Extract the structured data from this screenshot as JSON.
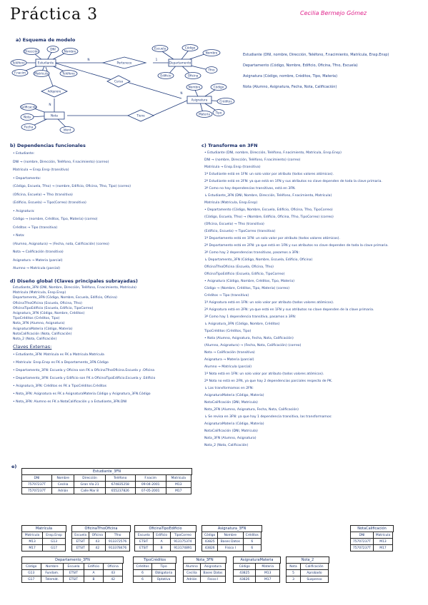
{
  "header": {
    "title": "Práctica 3",
    "author": "Cecilia Bermejo Gómez"
  },
  "sections": {
    "a": "a) Esquema de modelo",
    "b": "b) Dependencias funcionales",
    "c": "c) Transforma en 3FN",
    "d": "d) Diseño global (Claves principales subrayadas)",
    "claves": "Claves Externas:",
    "e": "e)"
  },
  "er": {
    "estudiante": "Estudiante",
    "dni": "DNI",
    "nombre": "Nombre",
    "direccion": "Dirección",
    "telefono": "Teléfono",
    "fnac": "F.nacim",
    "matricula": "Matrícula",
    "pertenece": "Pertenece",
    "depto": "Departamento",
    "d_nombre": "Nombre",
    "d_codigo": "Código",
    "d_tfno": "Tfno",
    "d_edif": "Edificio",
    "d_oficina": "Oficina",
    "d_escuela": "Escuela",
    "cursa": "Cursa",
    "asignatura": "Asignatura",
    "a_codigo": "Código",
    "a_nombre": "Nombre",
    "a_creditos": "Créditos",
    "a_tipo": "Tipo",
    "a_materia": "Materia",
    "adquiere": "Adquiere",
    "nota": "Nota",
    "calif": "Calificación",
    "n_nota": "Nota",
    "n_fecha": "Fecha",
    "n_ident": "Ident",
    "tiene": "Tiene",
    "card1": "N",
    "card2": "1"
  },
  "right_list": [
    "Estudiante (DNI, nombre, Dirección, Teléfono, F.nacimiento, Matrícula, Ensp.Ensp)",
    "Departamento (Código, Nombre, Edificio, Oficina, Tfno, Escuela)",
    "Asignatura (Código, nombre, Créditos, Tipo, Materia)",
    "Nota (Alumno, Asignatura, Fecha, Nota, Calificación)"
  ],
  "col_b": [
    "• Estudiante:",
    "  DNI → (nombre, Dirección, Teléfono, F.nacimiento) (correo)",
    "  Matrícula → Ensp.Ensp (transitiva)",
    "• Departamento:",
    "  (Código, Escuela, Tfno) → (nombre, Edificio, Oficina, Tfno, Tipo) (correo)",
    "  (Oficina, Escuela) → Tfno (transitiva)",
    "  (Edificio, Escuela) → Tipo(Correo) (transitiva)",
    "• Asignatura:",
    "  Código → (nombre, Créditos, Tipo, Materia) (correo)",
    "  Créditos → Tipo (transitiva)",
    "• Nota:",
    "  (Alumno, Asignatura) → (Fecha, nota, Calificación) (correo)",
    "  Nota → Calificación (transitiva)",
    "  Asignatura → Materia (parcial)",
    "  Alumno → Matrícula (parcial)"
  ],
  "col_d": [
    "Estudiante_3FN (DNI, Nombre, Dirección, Teléfono, F.nacimiento, Matrícula)",
    "Matrícula (Matrícula, Ensp.Ensp)",
    "Departamento_3FN (Código, Nombre, Escuela, Edificio, Oficina)",
    "OficinaTfnoOficina (Escuela, Oficina, Tfno)",
    "OficinaTipoEdificio (Escuela, Edificio, TipoCorreo)",
    "Asignatura_3FN (Código, Nombre, Créditos)",
    "TipoCréditos (Créditos, Tipo)",
    "Nota_3FN (Alumno, Asignatura)",
    "AsignaturaMateria (Código, Materia)",
    "NotaCalificación (Nota, Calificación)",
    "Nota_2 (Nota, Calificación)"
  ],
  "col_claves": [
    "• Estudiante_3FN: Matrícula es FK a Matrícula.Matrícula",
    "• Matrícula: Ensp.Ensp es FK a Departamento_3FN.Código",
    "• Departamento_3FN: Escuela y Oficina son FK a OficinaTfnoOficina.Escuela y .Oficina",
    "• Departamento_3FN: Escuela y Edificio son FK a OficinaTipoEdificio.Escuela y .Edificio",
    "• Asignatura_3FN: Créditos es FK a TipoCréditos.Créditos",
    "• Nota_3FN: Asignatura es FK a AsignaturaMateria.Código y Asignatura_3FN.Código",
    "• Nota_3FN: Alumno es FK a NotaCalificación y a Estudiante_3FN.DNI"
  ],
  "col_c": [
    "• Estudiante (DNI, nombre, Dirección, Teléfono, F.nacimiento, Matrícula, Ensp.Ensp)",
    "  DNI → (nombre, Dirección, Teléfono, F.nacimiento) (correo)",
    "  Matrícula → Ensp.Ensp (transitiva)",
    "1º Estudiante está en 1FN: un solo valor por atributo (todos valores atómicos).",
    "2º Estudiante está en 2FN: ya que está en 1FN y sus atributos no clave dependen de toda la clave primaria.",
    "3º Como no hay dependencias transitivas, está en 3FN.",
    "  ↳ Estudiante_3FN (DNI, Nombre, Dirección, Teléfono, F.nacimiento, Matrícula)",
    "     Matrícula (Matrícula, Ensp.Ensp)",
    "• Departamento (Código, Nombre, Escuela, Edificio, Oficina, Tfno, TipoCorreo)",
    "  (Código, Escuela, Tfno) → (Nombre, Edificio, Oficina, Tfno, TipoCorreo) (correo)",
    "  (Oficina, Escuela) → Tfno (transitiva)",
    "  (Edificio, Escuela) → TipoCorreo (transitiva)",
    "1º Departamento está en 1FN: un solo valor por atributo (todos valores atómicos).",
    "2º Departamento está en 2FN: ya que está en 1FN y sus atributos no clave dependen de toda la clave primaria.",
    "3º Como hay 2 dependencias transitivas, pasamos a 3FN:",
    "  ↳ Departamento_3FN (Código, Nombre, Escuela, Edificio, Oficina)",
    "     OficinaTfnoOficina (Escuela, Oficina, Tfno)",
    "     OficinaTipoEdificio (Escuela, Edificio, TipoCorreo)",
    "• Asignatura (Código, Nombre, Créditos, Tipo, Materia)",
    "  Código → (Nombre, Créditos, Tipo, Materia) (correo)",
    "  Créditos → Tipo (transitiva)",
    "1º Asignatura está en 1FN: un solo valor por atributo (todos valores atómicos).",
    "2º Asignatura está en 2FN: ya que está en 1FN y sus atributos no clave dependen de la clave primaria.",
    "3º Como hay 1 dependencia transitiva, pasamos a 3FN:",
    "  ↳ Asignatura_3FN (Código, Nombre, Créditos)",
    "     TipoCréditos (Créditos, Tipo)",
    "• Nota (Alumno, Asignatura, Fecha, Nota, Calificación)",
    "  (Alumno, Asignatura) → (Fecha, Nota, Calificación) (correo)",
    "  Nota → Calificación (transitiva)",
    "  Asignatura → Materia (parcial)",
    "  Alumno → Matrícula (parcial)",
    "1º Nota está en 1FN: un solo valor por atributo (todos valores atómicos).",
    "2º Nota no está en 2FN, ya que hay 2 dependencias parciales respecto de PK.",
    "  ↳ Las transformamos en 2FN:",
    "     AsignaturaMateria (Código, Materia)",
    "     NotaCalificación (DNI, Matrícula)",
    "     Nota_2FN (Alumno, Asignatura, Fecha, Nota, Calificación)",
    "  ↳ Se revisa en 3FN: ya que hay 1 dependencia transitiva, las transformamos:",
    "     AsignaturaMateria (Código, Materia)",
    "     NotaCalificación (DNI, Matrícula)",
    "     Nota_3FN (Alumno, Asignatura)",
    "     Nota_2 (Nota, Calificación)"
  ],
  "tables": {
    "estudiante": {
      "title": "Estudiante_3FN",
      "header": [
        "DNI",
        "Nombre",
        "Dirección",
        "Teléfono",
        "F.nacim",
        "Matrícula"
      ],
      "rows": [
        [
          "75707237T",
          "Cecilia",
          "Gran Vía 21",
          "674835258",
          "09-04-2001",
          "M13"
        ],
        [
          "75707237T",
          "Adrián",
          "Calle Mar 8",
          "655237826",
          "07-05-2001",
          "M17"
        ]
      ]
    },
    "matricula": {
      "title": "Matrícula",
      "header": [
        "Matrícula",
        "Ensp.Ensp"
      ],
      "rows": [
        [
          "M13",
          "G13"
        ],
        [
          "M17",
          "G17"
        ]
      ]
    },
    "oficinatfno": {
      "title": "OficinaTfnoOficina",
      "header": [
        "Escuela",
        "Oficina",
        "Tfno"
      ],
      "rows": [
        [
          "ETSIT",
          "43",
          "913372576"
        ],
        [
          "ETSIT",
          "42",
          "913378476"
        ]
      ]
    },
    "oficinatipo": {
      "title": "OficinaTipoEdificio",
      "header": [
        "Escuela",
        "Edificio",
        "TipoCorreo"
      ],
      "rows": [
        [
          "ETSIT",
          "A",
          "913175374"
        ],
        [
          "ETSIT",
          "B",
          "913174891"
        ]
      ]
    },
    "asignatura": {
      "title": "Asignatura_3FN",
      "header": [
        "Código",
        "Nombre",
        "Créditos"
      ],
      "rows": [
        [
          "43825",
          "Bases Datos",
          "6"
        ],
        [
          "43826",
          "Físico I",
          "6"
        ]
      ]
    },
    "notacal": {
      "title": "NotaCalificación",
      "header": [
        "DNI",
        "Matrícula"
      ],
      "rows": [
        [
          "75707237T",
          "M13"
        ],
        [
          "75707237T",
          "M17"
        ]
      ]
    },
    "departamento": {
      "title": "Departamento_3FN",
      "header": [
        "Código",
        "Nombre",
        "Escuela",
        "Edificio",
        "Oficina"
      ],
      "rows": [
        [
          "G13",
          "Fundam.",
          "ETSIT",
          "A",
          "43"
        ],
        [
          "G17",
          "Telemát.",
          "ETSIT",
          "B",
          "42"
        ]
      ]
    },
    "tipocred": {
      "title": "TipoCréditos",
      "header": [
        "Créditos",
        "Tipo"
      ],
      "rows": [
        [
          "6",
          "Obligatoria"
        ],
        [
          "6",
          "Optativa"
        ]
      ]
    },
    "nota3fn": {
      "title": "Nota_3FN",
      "header": [
        "Alumno",
        "Asignatura"
      ],
      "rows": [
        [
          "Cecilia",
          "Bases Datos"
        ],
        [
          "Adrián",
          "Físico I"
        ]
      ]
    },
    "asigmateria": {
      "title": "AsignaturaMateria",
      "header": [
        "Código",
        "Materia"
      ],
      "rows": [
        [
          "43825",
          "M13"
        ],
        [
          "43826",
          "M17"
        ]
      ]
    },
    "nota2": {
      "title": "Nota_2",
      "header": [
        "Nota",
        "Calificación"
      ],
      "rows": [
        [
          "5",
          "Aprobado"
        ],
        [
          "3",
          "Suspenso"
        ]
      ]
    }
  }
}
